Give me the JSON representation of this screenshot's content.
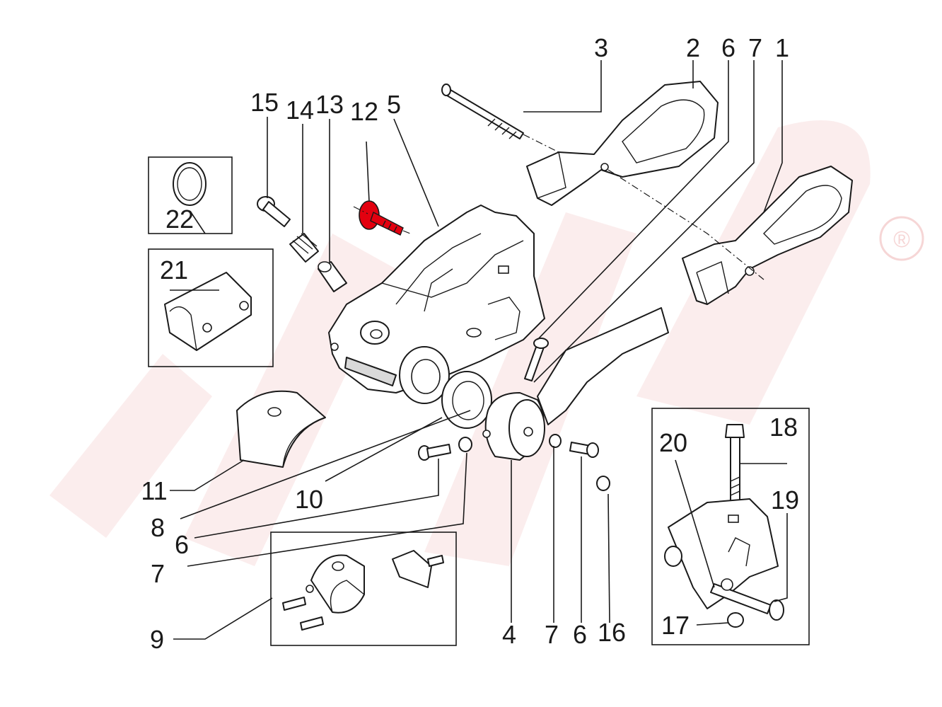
{
  "diagram": {
    "highlight_color": "#e3000f",
    "line_color": "#1a1a1a",
    "watermark_color": "#f6d6d6",
    "watermark_mark": "®",
    "callouts": [
      {
        "id": "c1",
        "label": "1"
      },
      {
        "id": "c2",
        "label": "2"
      },
      {
        "id": "c3",
        "label": "3"
      },
      {
        "id": "c6a",
        "label": "6"
      },
      {
        "id": "c7a",
        "label": "7"
      },
      {
        "id": "c5",
        "label": "5"
      },
      {
        "id": "c12",
        "label": "12"
      },
      {
        "id": "c13",
        "label": "13"
      },
      {
        "id": "c14",
        "label": "14"
      },
      {
        "id": "c15",
        "label": "15"
      },
      {
        "id": "c22",
        "label": "22"
      },
      {
        "id": "c21",
        "label": "21"
      },
      {
        "id": "c11",
        "label": "11"
      },
      {
        "id": "c10",
        "label": "10"
      },
      {
        "id": "c8",
        "label": "8"
      },
      {
        "id": "c6b",
        "label": "6"
      },
      {
        "id": "c7b",
        "label": "7"
      },
      {
        "id": "c9",
        "label": "9"
      },
      {
        "id": "c4",
        "label": "4"
      },
      {
        "id": "c7c",
        "label": "7"
      },
      {
        "id": "c6c",
        "label": "6"
      },
      {
        "id": "c16",
        "label": "16"
      },
      {
        "id": "c18",
        "label": "18"
      },
      {
        "id": "c20",
        "label": "20"
      },
      {
        "id": "c19",
        "label": "19"
      },
      {
        "id": "c17",
        "label": "17"
      }
    ]
  }
}
